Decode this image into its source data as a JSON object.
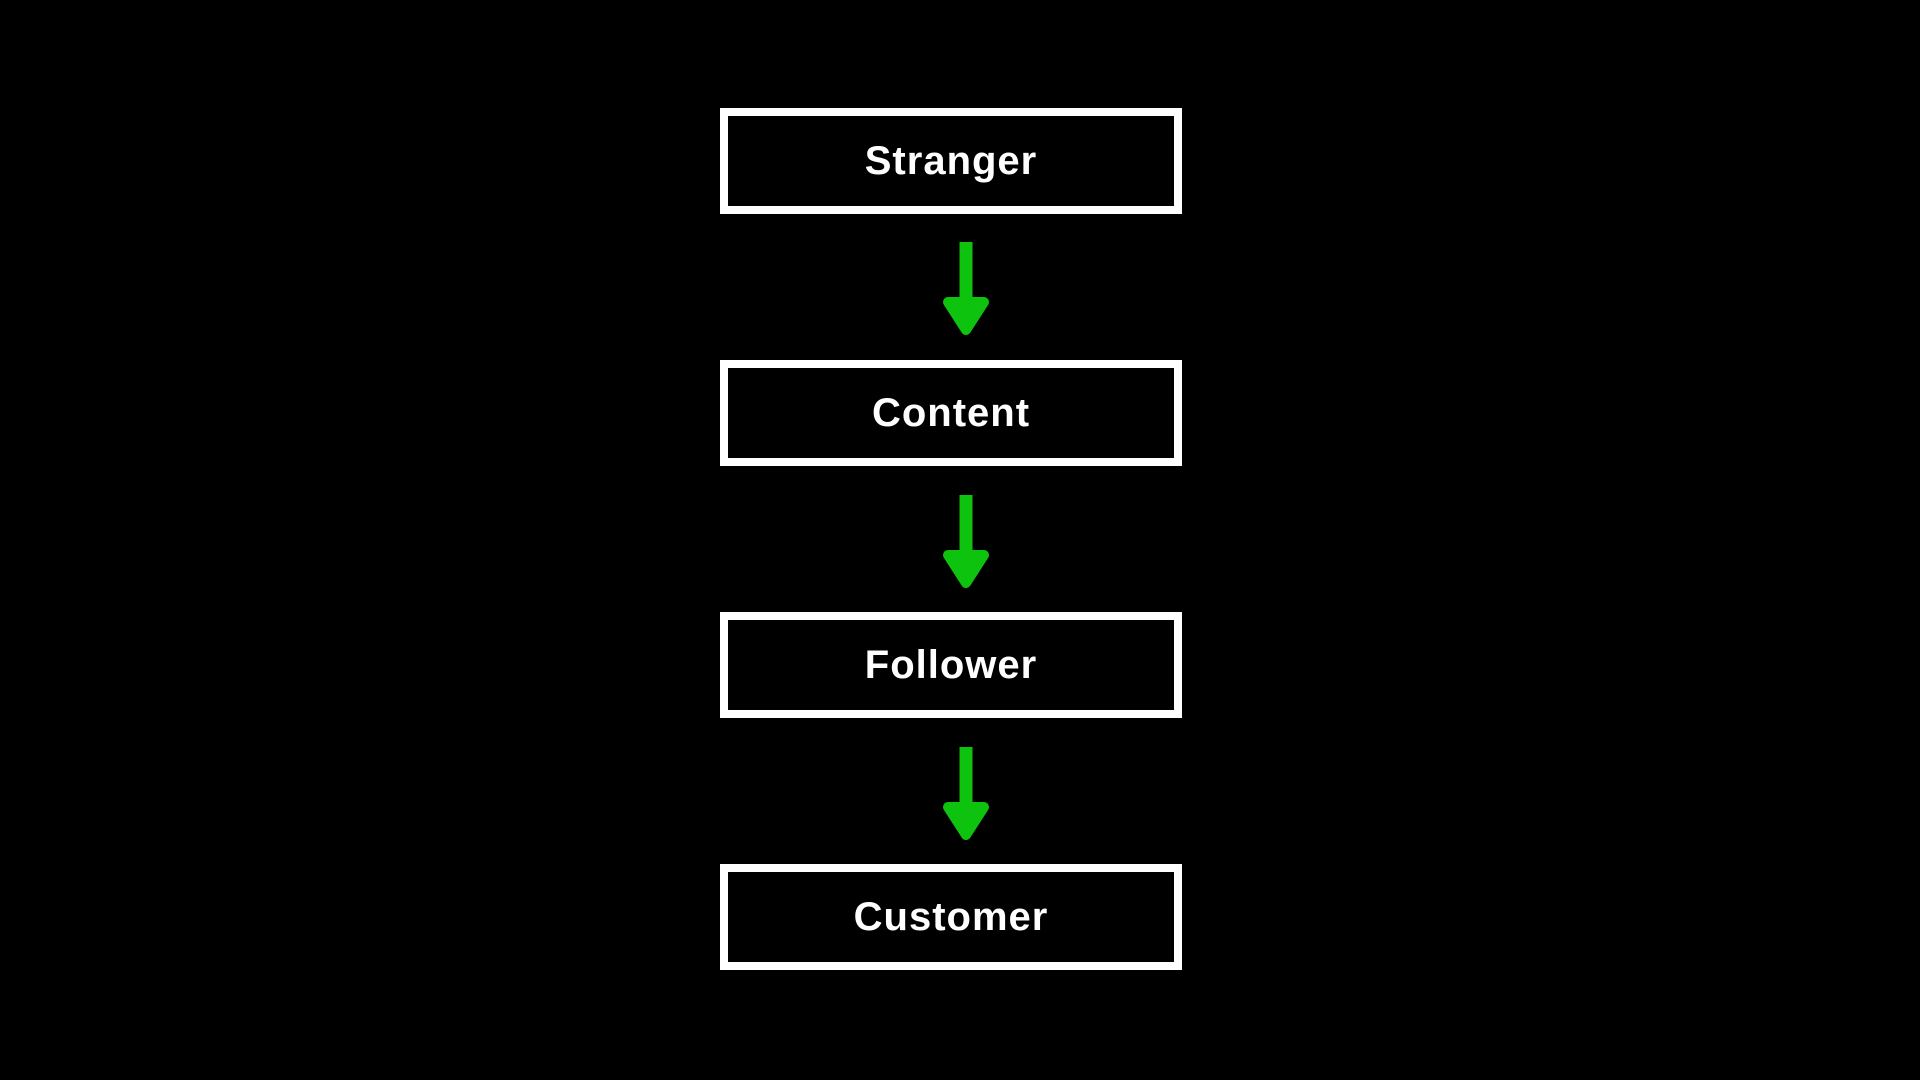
{
  "flow": {
    "title": "audience-funnel-flow",
    "stages": [
      {
        "label": "Stranger"
      },
      {
        "label": "Content"
      },
      {
        "label": "Follower"
      },
      {
        "label": "Customer"
      }
    ],
    "connector": "down-arrow"
  },
  "colors": {
    "background": "#000000",
    "box_border": "#ffffff",
    "box_fill": "#000000",
    "text": "#ffffff",
    "arrow_green": "#0ec30e"
  }
}
